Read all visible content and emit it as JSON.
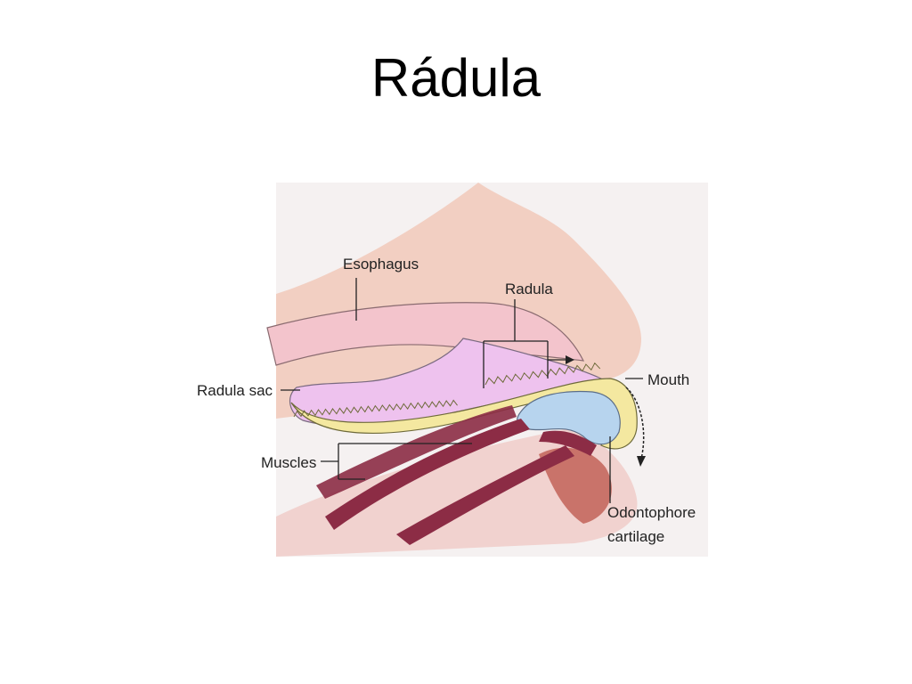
{
  "slide": {
    "title": "Rádula"
  },
  "diagram": {
    "labels": {
      "esophagus": "Esophagus",
      "radula": "Radula",
      "mouth": "Mouth",
      "radula_sac": "Radula sac",
      "muscles": "Muscles",
      "odontophore_line1": "Odontophore",
      "odontophore_line2": "cartilage"
    },
    "colors": {
      "background": "#f5f1f1",
      "body_tissue": "#f2cfc2",
      "esophagus_fill": "#f3c4cc",
      "radula_sac_fill": "#eec2ee",
      "ribbon_fill": "#f4e8a0",
      "cartilage_fill": "#b7d4ee",
      "muscle_fill": "#8c2c45",
      "lower_tissue": "#c9736a"
    }
  }
}
